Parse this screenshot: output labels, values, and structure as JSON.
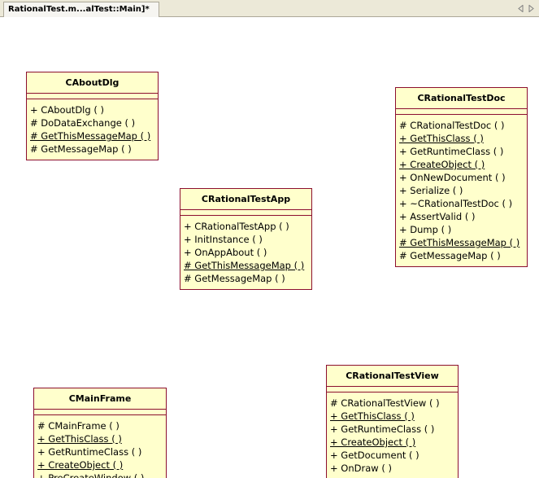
{
  "window": {
    "tab_title": "RationalTest.m...alTest::Main]*",
    "icons": {
      "scroll_tabs_left": "scroll-tabs-left-icon",
      "scroll_tabs_right": "scroll-tabs-right-icon"
    }
  },
  "colors": {
    "class_fill": "#ffffcc",
    "class_border": "#8c0f2f",
    "canvas_background": "#ffffff",
    "tab_bar_background": "#ece9d8"
  },
  "classes": [
    {
      "name": "CAboutDlg",
      "operations": [
        {
          "text": "+ CAboutDlg ( )",
          "underlined": false
        },
        {
          "text": "# DoDataExchange ( )",
          "underlined": false
        },
        {
          "text": "# GetThisMessageMap ( )",
          "underlined": true
        },
        {
          "text": "# GetMessageMap ( )",
          "underlined": false
        }
      ]
    },
    {
      "name": "CRationalTestDoc",
      "operations": [
        {
          "text": "# CRationalTestDoc ( )",
          "underlined": false
        },
        {
          "text": "+ GetThisClass ( )",
          "underlined": true
        },
        {
          "text": "+ GetRuntimeClass ( )",
          "underlined": false
        },
        {
          "text": "+ CreateObject ( )",
          "underlined": true
        },
        {
          "text": "+ OnNewDocument ( )",
          "underlined": false
        },
        {
          "text": "+ Serialize ( )",
          "underlined": false
        },
        {
          "text": "+ ~CRationalTestDoc ( )",
          "underlined": false
        },
        {
          "text": "+ AssertValid ( )",
          "underlined": false
        },
        {
          "text": "+ Dump ( )",
          "underlined": false
        },
        {
          "text": "# GetThisMessageMap ( )",
          "underlined": true
        },
        {
          "text": "# GetMessageMap ( )",
          "underlined": false
        }
      ]
    },
    {
      "name": "CRationalTestApp",
      "operations": [
        {
          "text": "+ CRationalTestApp ( )",
          "underlined": false
        },
        {
          "text": "+ InitInstance ( )",
          "underlined": false
        },
        {
          "text": "+ OnAppAbout ( )",
          "underlined": false
        },
        {
          "text": "# GetThisMessageMap ( )",
          "underlined": true
        },
        {
          "text": "# GetMessageMap ( )",
          "underlined": false
        }
      ]
    },
    {
      "name": "CRationalTestView",
      "operations": [
        {
          "text": "# CRationalTestView ( )",
          "underlined": false
        },
        {
          "text": "+ GetThisClass ( )",
          "underlined": true
        },
        {
          "text": "+ GetRuntimeClass ( )",
          "underlined": false
        },
        {
          "text": "+ CreateObject ( )",
          "underlined": true
        },
        {
          "text": "+ GetDocument ( )",
          "underlined": false
        },
        {
          "text": "+ OnDraw ( )",
          "underlined": false
        }
      ]
    },
    {
      "name": "CMainFrame",
      "operations": [
        {
          "text": "# CMainFrame ( )",
          "underlined": false
        },
        {
          "text": "+ GetThisClass ( )",
          "underlined": true
        },
        {
          "text": "+ GetRuntimeClass ( )",
          "underlined": false
        },
        {
          "text": "+ CreateObject ( )",
          "underlined": true
        },
        {
          "text": "+ PreCreateWindow ( )",
          "underlined": false
        }
      ]
    }
  ]
}
